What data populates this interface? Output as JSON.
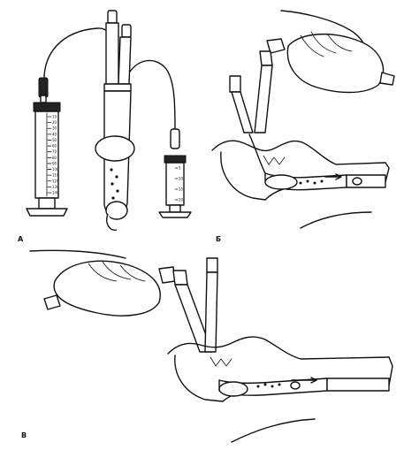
{
  "labels": {
    "panel_a": "A",
    "panel_b": "Б",
    "panel_v": "В"
  },
  "syringe_large_scale": [
    "10",
    "20",
    "30",
    "40",
    "50",
    "60",
    "70",
    "80",
    "90",
    "100",
    "110",
    "120",
    "130",
    "140"
  ],
  "syringe_small_scale": [
    "5",
    "10",
    "15",
    "20"
  ],
  "icons": {
    "syringe_large": "syringe-large-icon",
    "syringe_small": "syringe-small-icon",
    "tube": "double-lumen-tube-icon",
    "hand": "hand-squeezing-bag-icon"
  }
}
